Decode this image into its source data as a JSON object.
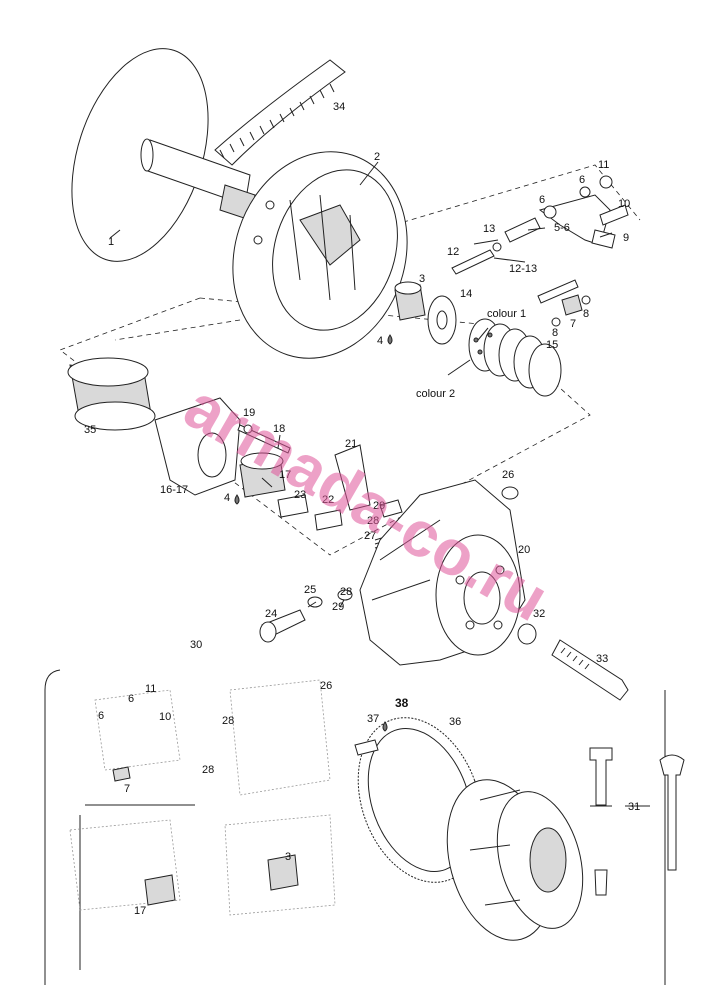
{
  "callouts": {
    "p1": "1",
    "p2": "2",
    "p3": "3",
    "p4a": "4",
    "p5_6": "5-6",
    "p6a": "6",
    "p6b": "6",
    "p7": "7",
    "p8a": "8",
    "p8b": "8",
    "p9": "9",
    "p10": "10",
    "p11": "11",
    "p12": "12",
    "p12_13": "12-13",
    "p13": "13",
    "p14": "14",
    "p15": "15",
    "colour1": "colour 1",
    "colour2": "colour 2",
    "p34": "34",
    "p35": "35",
    "p16_17": "16-17",
    "p17": "17",
    "p18": "18",
    "p19": "19",
    "p4b": "4",
    "p21": "21",
    "p22": "22",
    "p23": "23",
    "p26": "26",
    "p27": "27",
    "p28a": "28",
    "p29a": "29",
    "p20": "20",
    "p25": "25",
    "p28b": "28",
    "p29b": "29",
    "p24": "24",
    "p30": "30",
    "p32": "32",
    "p33": "33",
    "d_p11": "11",
    "d_p6a": "6",
    "d_p6b": "6",
    "d_p10": "10",
    "d_p7": "7",
    "d_p26": "26",
    "d_p28a": "28",
    "d_p28b": "28",
    "d_p17": "17",
    "d_p3": "3",
    "p37": "37",
    "p38": "38",
    "p36": "36",
    "p31": "31"
  },
  "watermark": "armada-co.ru",
  "colors": {
    "watermark": "#e0569a",
    "line": "#222222"
  }
}
